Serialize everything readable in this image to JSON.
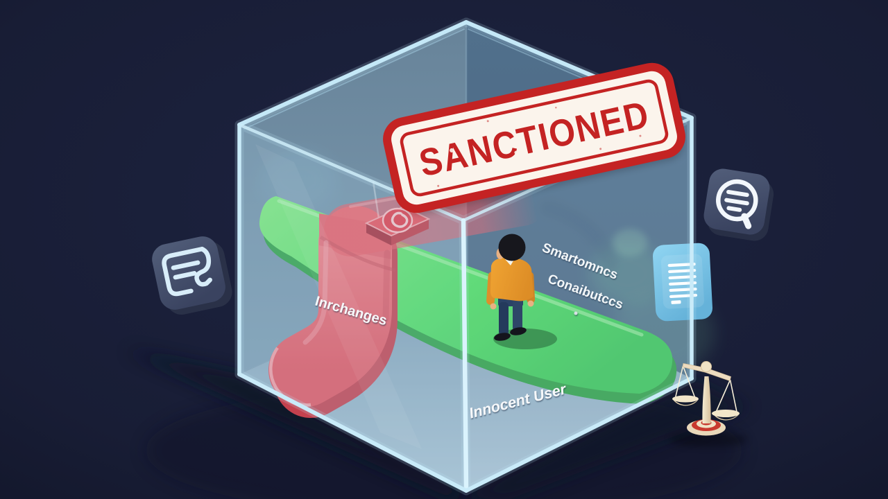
{
  "scene": {
    "description": "Isometric illustration of a glass cube: a red sanctioned exchange pathway arches over and blocks a green pathway on which an innocent user stands; a large SANCTIONED stamp sits on top; justice scales and app icons surround the cube.",
    "background_color": "#191e36"
  },
  "stamp": {
    "label": "SANCTIONED",
    "text_color": "#c42323",
    "background": "#fbf4ec",
    "rotation_deg": -12
  },
  "red_path": {
    "label": "Inrchanges",
    "color": "#e25560"
  },
  "green_path": {
    "color": "#46d55c"
  },
  "wall_labels": {
    "line1": "Smartomncs",
    "line2": "Conaibutccs"
  },
  "floor_label": {
    "text": "Innocent User"
  },
  "person": {
    "jacket_color": "#eb9b2e",
    "pants_color": "#28405f"
  },
  "cube": {
    "glass_edge_color": "#cfeefa"
  },
  "icons": {
    "left": {
      "name": "document-pen-icon",
      "color": "#3f4861"
    },
    "top_right": {
      "name": "chat-search-icon",
      "color": "#424c68"
    },
    "right": {
      "name": "document-lines-icon",
      "color": "#7ac4e6"
    },
    "bottom_right": {
      "name": "justice-scales-icon",
      "color": "#eedfc2"
    }
  }
}
